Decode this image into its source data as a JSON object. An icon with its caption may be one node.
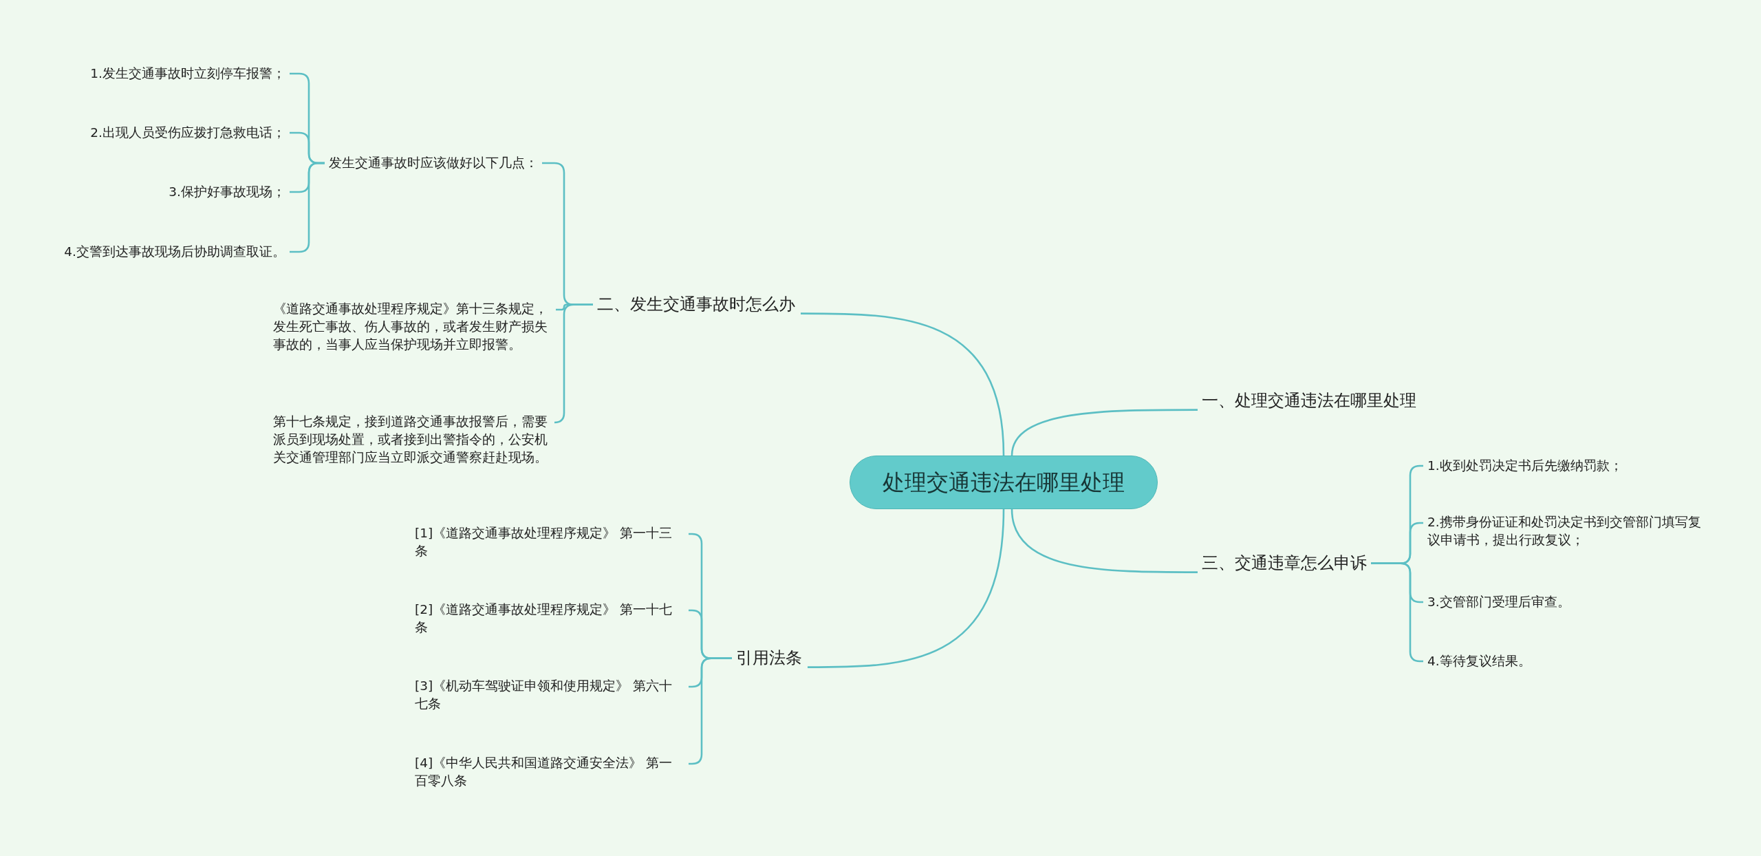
{
  "diagram": {
    "nodes": [
      {
        "text": [
          "处理交通违法在哪里处理"
        ]
      },
      {
        "text": [
          "二、发生交通事故时怎么办"
        ]
      },
      {
        "text": [
          "发生交通事故时应该做好以下几点："
        ]
      },
      {
        "text": [
          "1.发生交通事故时立刻停车报警；"
        ]
      },
      {
        "text": [
          "2.出现人员受伤应拨打急救电话；"
        ]
      },
      {
        "text": [
          "3.保护好事故现场；"
        ]
      },
      {
        "text": [
          "4.交警到达事故现场后协助调查取证。"
        ]
      },
      {
        "text": [
          "《道路交通事故处理程序规定》第十三条规定，发生死亡事故、伤人事故的，或者发生财产损失事故的，当事人应当保护现场并立即报警。"
        ]
      },
      {
        "text": [
          "第十七条规定，接到道路交通事故报警后，需要派员到现场处置，或者接到出警指令的，公安机关交通管理部门应当立即派交通警察赶赴现场。"
        ]
      },
      {
        "text": [
          "一、处理交通违法在哪里处理"
        ]
      },
      {
        "text": [
          "三、交通违章怎么申诉"
        ]
      },
      {
        "text": [
          "1.收到处罚决定书后先缴纳罚款；"
        ]
      },
      {
        "text": [
          "2.携带身份证证和处罚决定书到交管部门填写复议申请书，提出行政复议；"
        ]
      },
      {
        "text": [
          "3.交管部门受理后审查。"
        ]
      },
      {
        "text": [
          "4.等待复议结果。"
        ]
      },
      {
        "text": [
          "引用法条"
        ]
      },
      {
        "text": [
          "[1]《道路交通事故处理程序规定》 第一十三条"
        ]
      },
      {
        "text": [
          "[2]《道路交通事故处理程序规定》 第一十七条"
        ]
      },
      {
        "text": [
          "[3]《机动车驾驶证申领和使用规定》 第六十七条"
        ]
      },
      {
        "text": [
          "[4]《中华人民共和国道路交通安全法》 第一百零八条"
        ]
      }
    ],
    "edges": [
      {
        "from": 0,
        "to": 1,
        "arrow": "none"
      },
      {
        "from": 1,
        "to": 2,
        "arrow": "none"
      },
      {
        "from": 2,
        "to": 3,
        "arrow": "none"
      },
      {
        "from": 2,
        "to": 4,
        "arrow": "none"
      },
      {
        "from": 2,
        "to": 5,
        "arrow": "none"
      },
      {
        "from": 2,
        "to": 6,
        "arrow": "none"
      },
      {
        "from": 1,
        "to": 7,
        "arrow": "none"
      },
      {
        "from": 1,
        "to": 8,
        "arrow": "none"
      },
      {
        "from": 0,
        "to": 9,
        "arrow": "none"
      },
      {
        "from": 0,
        "to": 10,
        "arrow": "none"
      },
      {
        "from": 10,
        "to": 11,
        "arrow": "none"
      },
      {
        "from": 10,
        "to": 12,
        "arrow": "none"
      },
      {
        "from": 10,
        "to": 13,
        "arrow": "none"
      },
      {
        "from": 10,
        "to": 14,
        "arrow": "none"
      },
      {
        "from": 0,
        "to": 15,
        "arrow": "none"
      },
      {
        "from": 15,
        "to": 16,
        "arrow": "none"
      },
      {
        "from": 15,
        "to": 17,
        "arrow": "none"
      },
      {
        "from": 15,
        "to": 18,
        "arrow": "none"
      },
      {
        "from": 15,
        "to": 19,
        "arrow": "none"
      }
    ]
  }
}
